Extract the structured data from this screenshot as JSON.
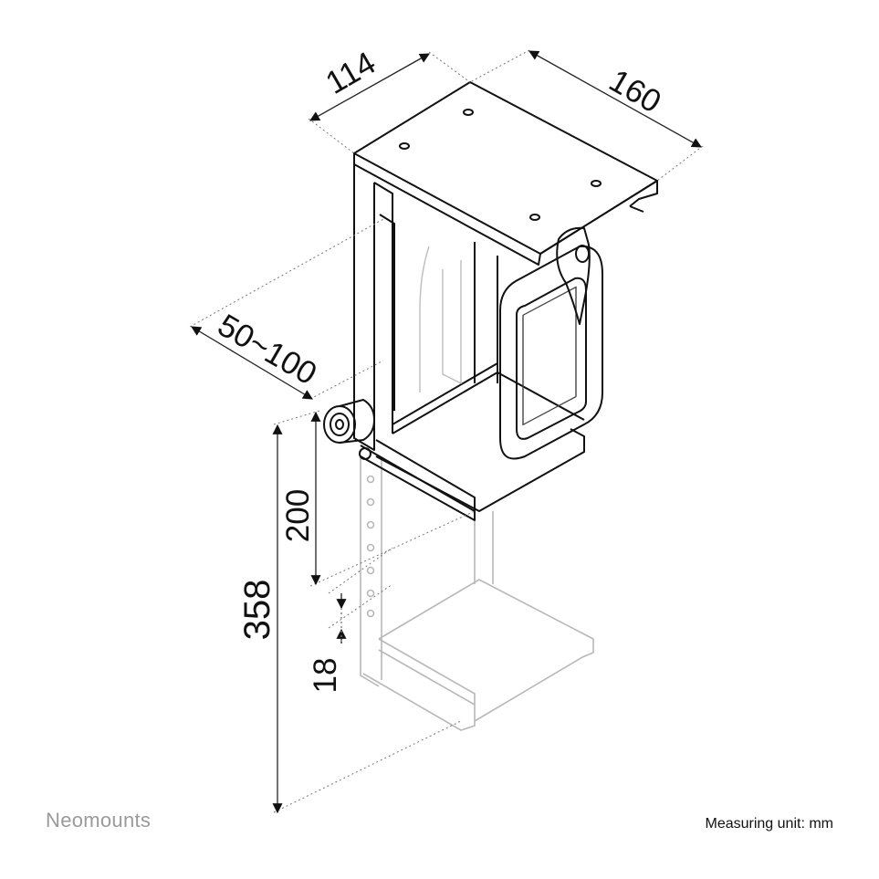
{
  "brand": {
    "name": "Neomounts",
    "color": "#9a9a9a"
  },
  "footer": {
    "measuring_unit": "Measuring unit: mm"
  },
  "colors": {
    "line": "#111111",
    "ghost": "#b5b5b5",
    "dims": "#222222",
    "text": "#111111"
  },
  "dimensions": {
    "depth": "114",
    "width": "160",
    "height_adjust": "50~100",
    "top_drop": "200",
    "total_height": "358",
    "step": "18"
  }
}
